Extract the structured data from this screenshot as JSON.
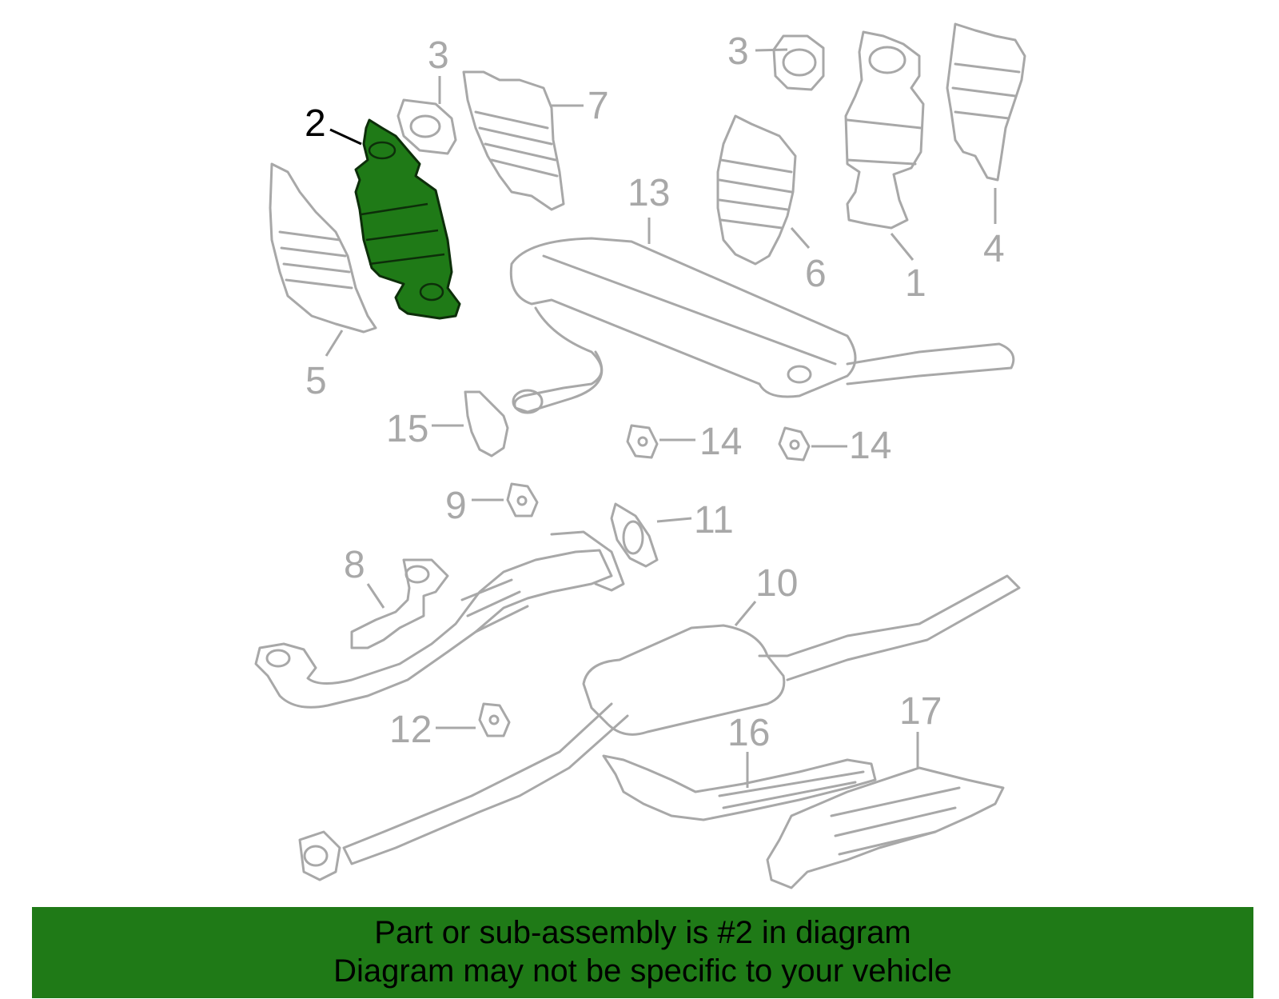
{
  "colors": {
    "highlight": "#1f7a17",
    "part_outline": "#a8a8a8",
    "banner_background": "#1f7a17"
  },
  "callouts": {
    "c1": "1",
    "c2": "2",
    "c3a": "3",
    "c3b": "3",
    "c4": "4",
    "c5": "5",
    "c6": "6",
    "c7": "7",
    "c8": "8",
    "c9": "9",
    "c10": "10",
    "c11": "11",
    "c12": "12",
    "c13": "13",
    "c14a": "14",
    "c14b": "14",
    "c15": "15",
    "c16": "16",
    "c17": "17"
  },
  "highlighted_part": "2",
  "banner": {
    "line1": "Part or sub-assembly is #2 in diagram",
    "line2": "Diagram may not be specific to your vehicle"
  }
}
